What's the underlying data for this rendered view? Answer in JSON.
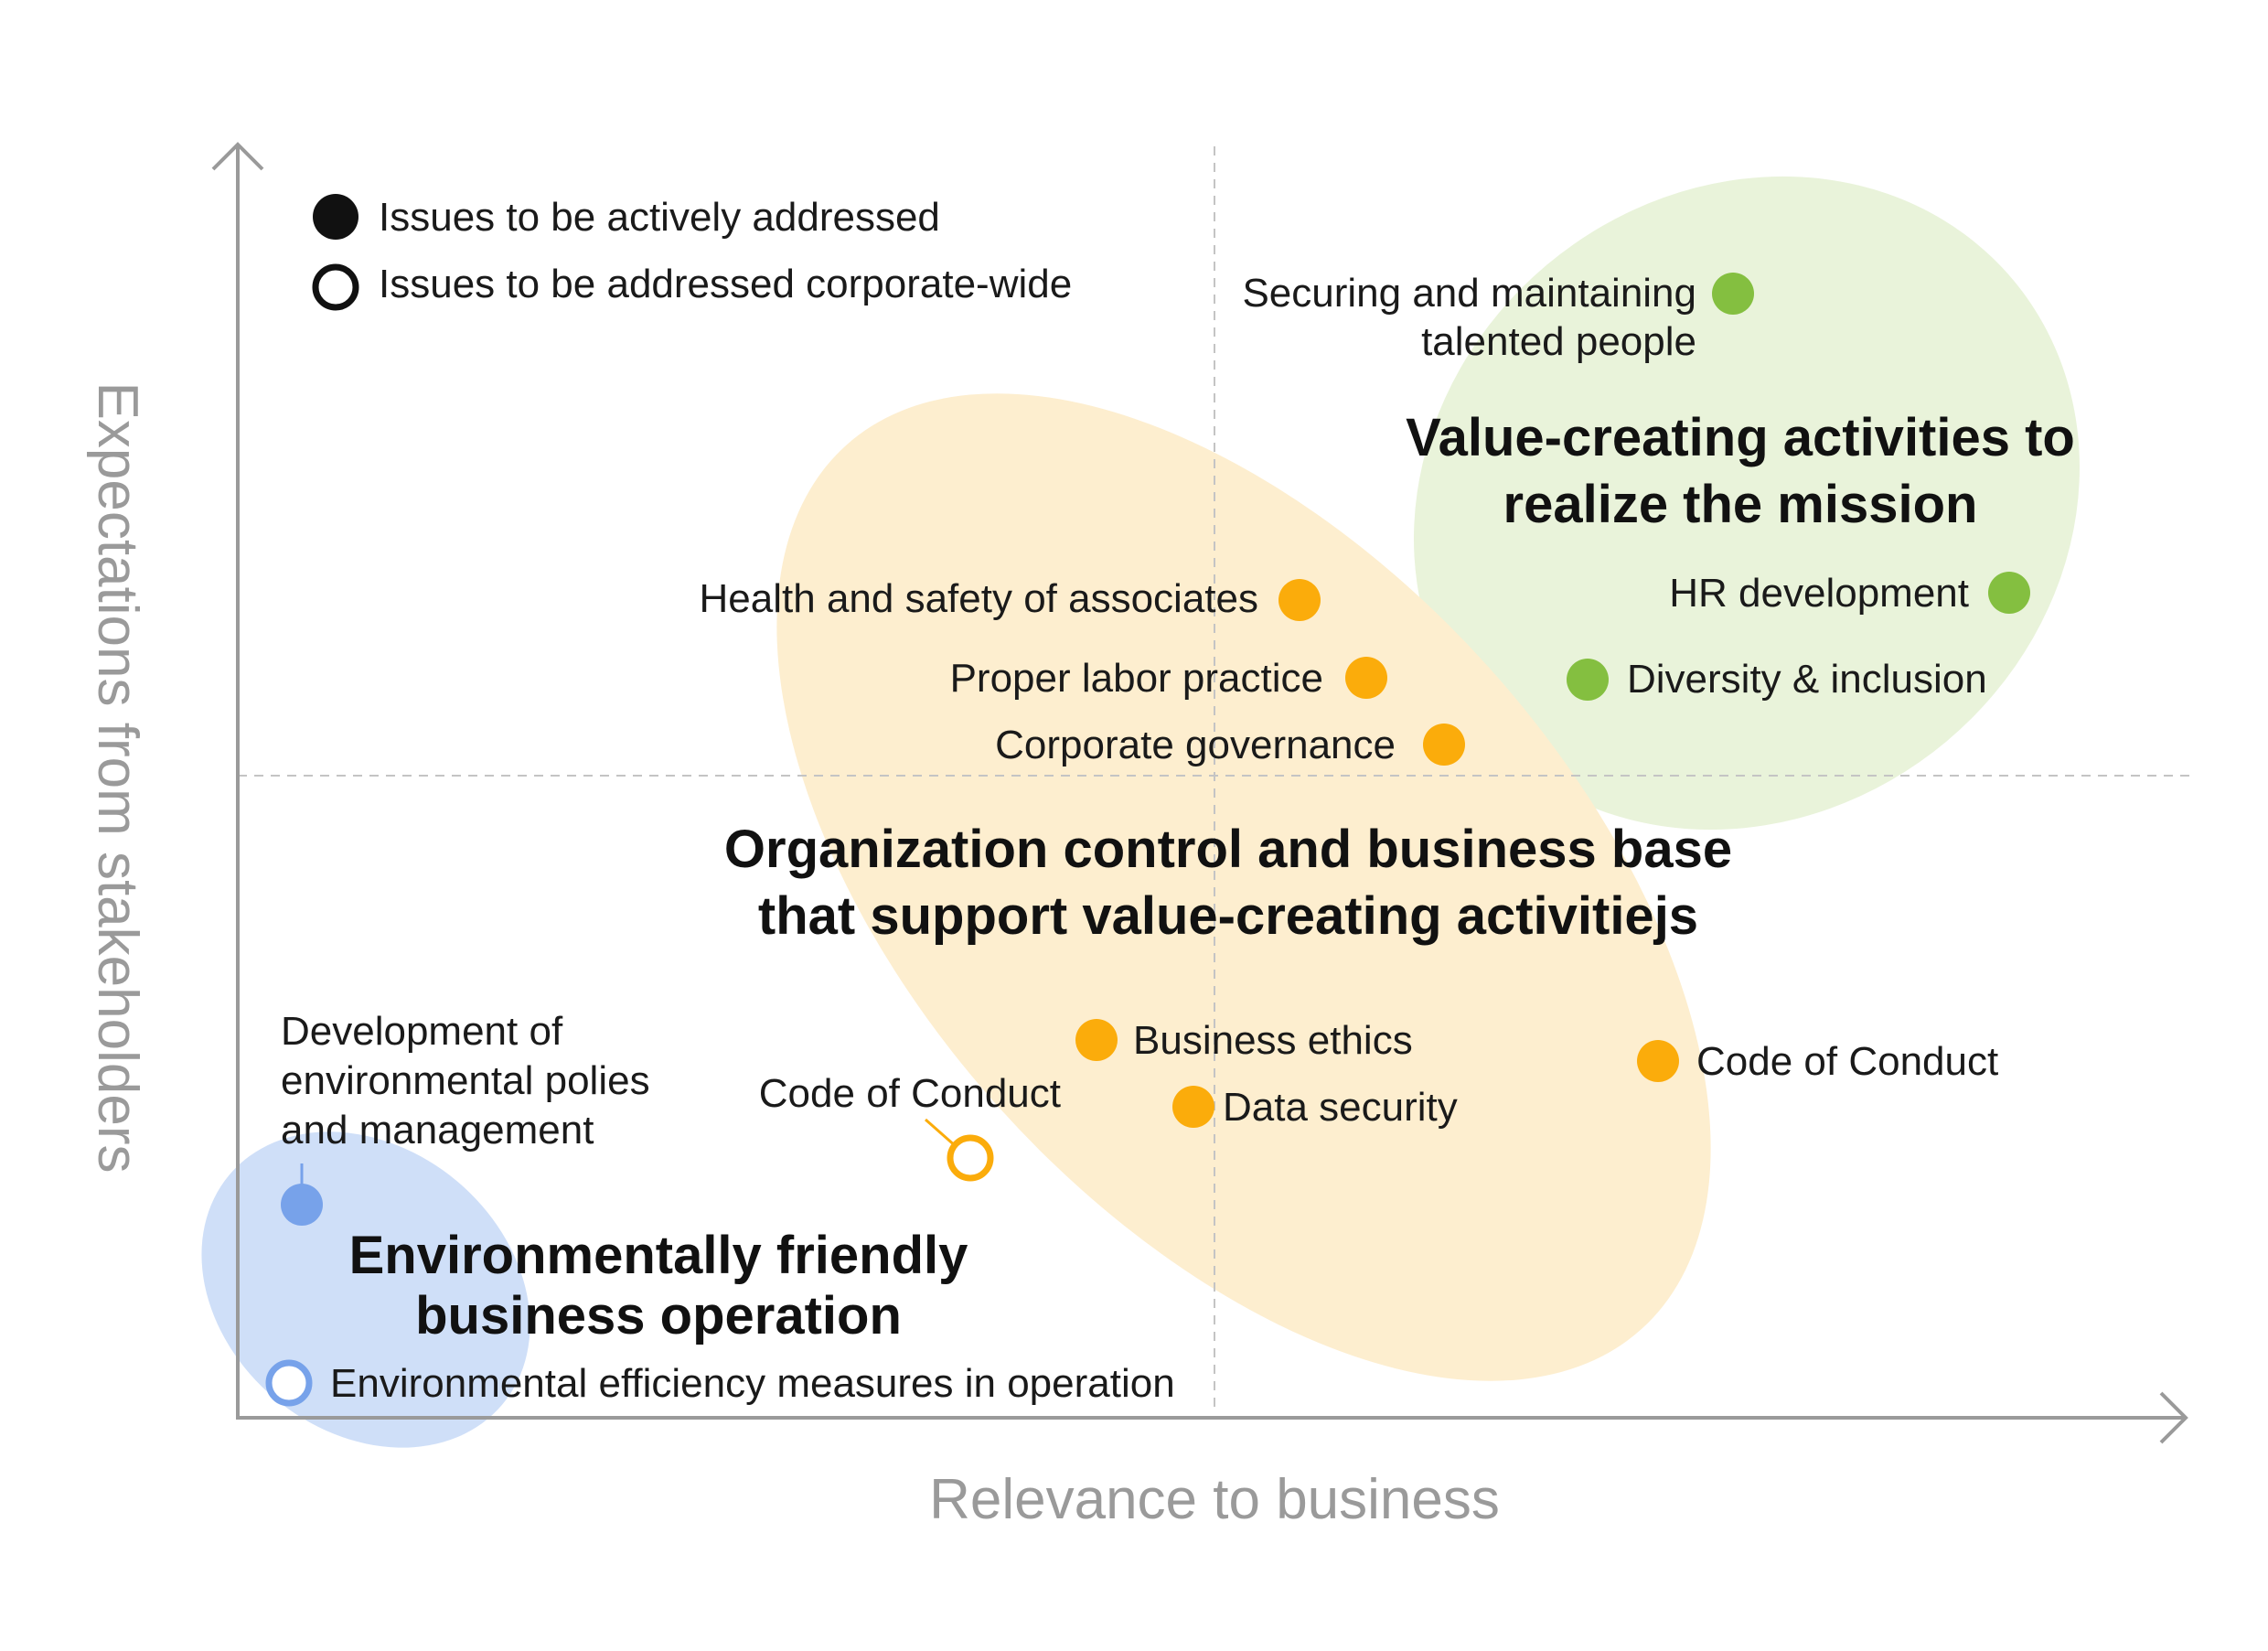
{
  "colors": {
    "green_zone": "#e9f3da",
    "orange_zone": "#fdeecf",
    "blue_zone": "#cfdff8",
    "green_dot": "#84bf40",
    "orange_dot": "#fbac0b",
    "blue_dot": "#77a2ea",
    "axis": "#9a9a9a",
    "divider": "#c4c4c4",
    "text": "#1a1a1a"
  },
  "axes": {
    "x_label": "Relevance to business",
    "y_label": "Expectations from stakeholders"
  },
  "legend": {
    "filled": "Issues to be actively addressed",
    "hollow": "Issues to be addressed corporate-wide"
  },
  "groups": {
    "green": {
      "line1": "Value-creating activities to",
      "line2": "realize the mission"
    },
    "orange": {
      "line1": "Organization control and business base",
      "line2": "that support value-creating activitiejs"
    },
    "blue": {
      "line1": "Environmentally friendly",
      "line2": "business operation"
    }
  },
  "issues": {
    "securing": {
      "line1": "Securing and maintaining",
      "line2": "talented people"
    },
    "hr_dev": "HR development",
    "diversity": "Diversity & inclusion",
    "health": "Health and safety of associates",
    "labor": "Proper labor practice",
    "governance": "Corporate governance",
    "ethics": "Business ethics",
    "data_security": "Data security",
    "code_right": "Code of Conduct",
    "code_left": "Code of Conduct",
    "env_policy": {
      "line1": "Development of",
      "line2": "environmental polies",
      "line3": "and management"
    },
    "env_efficiency": "Environmental efficiency measures in operation"
  }
}
